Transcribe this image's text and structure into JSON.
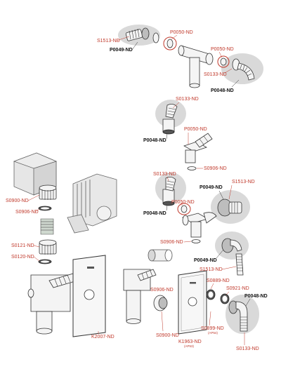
{
  "labels": {
    "top_s1513": "S1513-ND",
    "top_p0049": "P0049-ND",
    "top_p0050": "P0050-ND",
    "top_p0050b": "P0050-ND",
    "top_s0133": "S0133-ND",
    "top_p0048": "P0048-ND",
    "mid_s0133": "S0133-ND",
    "mid_p0048": "P0048-ND",
    "mid_p0050": "P0050-ND",
    "mid_s0906": "S0906-ND",
    "low_s0133": "S0133-ND",
    "low_s1513": "S1513-ND",
    "low_p0049": "P0049-ND",
    "low_p0048": "P0048-ND",
    "low_p0050": "P0050-ND",
    "low_s0906": "S0906-ND",
    "left_s0900": "S0900-ND",
    "left_s0906": "S0906-ND",
    "left_s0121": "S0121-ND",
    "left_s0120": "S0120-ND",
    "left_k2007": "K2007-ND",
    "ctr_s0906": "S0906-ND",
    "ctr_s0900": "S0900-ND",
    "ctr_k1963": "K1963-ND",
    "ctr_k1963_sub": "(AP53)",
    "ctr_s0899": "S0899-ND",
    "ctr_s0899_sub": "(AP54)",
    "rb_p0049": "P0049-ND",
    "rb_s1513": "S1513-ND",
    "rb_s0889": "S0889-ND",
    "rb_s0921": "S0921-ND",
    "rb_p0048": "P0048-ND",
    "rb_s0133": "S0133-ND"
  },
  "colors": {
    "label_red": "#c0392b",
    "label_black": "#111111",
    "bubble_grey": "#d9d9d9"
  }
}
